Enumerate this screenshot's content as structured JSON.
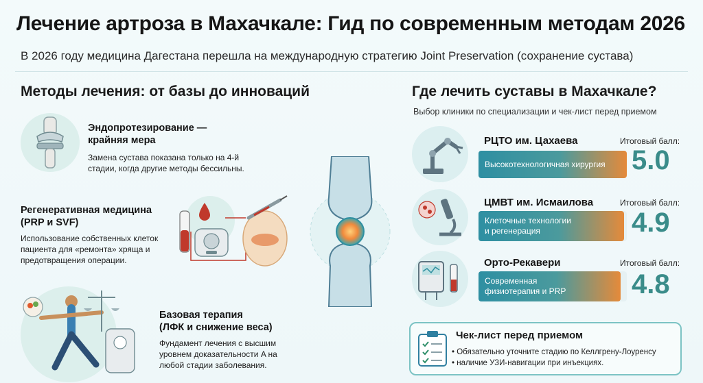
{
  "header": {
    "title": "Лечение артроза в Махачкале: Гид по современным методам 2026",
    "subtitle": "В 2026 году медицина Дагестана перешла на международную стратегию Joint Preservation (сохранение сустава)"
  },
  "methods": {
    "heading": "Методы лечения: от базы до инноваций",
    "items": [
      {
        "title_line1": "Эндопротезирование —",
        "title_line2": "крайняя мера",
        "desc_line1": "Замена сустава показана только на 4-й",
        "desc_line2": "стадии, когда другие методы бессильны."
      },
      {
        "title_line1": "Регенеративная медицина",
        "title_line2": "(PRP и SVF)",
        "desc_line1": "Использование собственных клеток",
        "desc_line2": "пациента для «ремонта» хряща и",
        "desc_line3": "предотвращения операции."
      },
      {
        "title_line1": "Базовая терапия",
        "title_line2": "(ЛФК и снижение веса)",
        "desc_line1": "Фундамент лечения с высшим",
        "desc_line2": "уровнем доказательности A на",
        "desc_line3": "любой стадии заболевания."
      }
    ]
  },
  "clinics": {
    "heading": "Где лечить суставы в Махачкале?",
    "subheading": "Выбор клиники по специализации и чек-лист перед приемом",
    "score_label": "Итоговый балл:",
    "items": [
      {
        "name": "РЦТО им. Цахаева",
        "spec_line1": "Высокотехнологичная хирургия",
        "spec_line2": "",
        "score": "5.0",
        "score_value": 5.0
      },
      {
        "name": "ЦМВТ им. Исмаилова",
        "spec_line1": "Клеточные технологии",
        "spec_line2": "и регенерация",
        "score": "4.9",
        "score_value": 4.9
      },
      {
        "name": "Орто-Рекавери",
        "spec_line1": "Современная",
        "spec_line2": "физиотерапия и PRP",
        "score": "4.8",
        "score_value": 4.8
      }
    ]
  },
  "checklist": {
    "title": "Чек-лист перед приемом",
    "item1": "• Обязательно уточните стадию по Келлгрену-Лоуренсу",
    "item2": "• наличие УЗИ-навигации при инъекциях."
  },
  "colors": {
    "accent": "#3a8c8a",
    "bar_start": "#2e8fa2",
    "bar_end": "#e58a3a",
    "circle_bg": "#dcefec"
  }
}
